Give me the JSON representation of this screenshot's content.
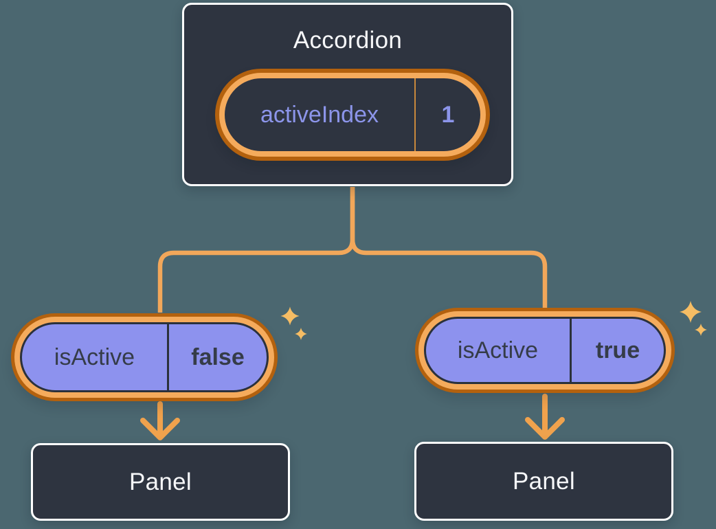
{
  "canvas": {
    "background": "#4b6770"
  },
  "palette": {
    "node_fill": "#2e3440",
    "node_border": "#ffffff",
    "node_title_text": "#f6f7f9",
    "purple_pill_fill": "#8d92ee",
    "purple_pill_text": "#353c48",
    "state_pill_text": "#8c95ea",
    "ring_light_orange": "#f5ab5c",
    "ring_dark_orange": "#b3610e",
    "connector_orange": "#f2a75a",
    "sparkle_orange": "#f6bd64",
    "state_divider_orange": "#c9893c"
  },
  "diagram": {
    "root": {
      "title": "Accordion",
      "state_pill": {
        "name": "activeIndex",
        "value": "1"
      },
      "icon": "sparkle-icon"
    },
    "branches": [
      {
        "prop_pill": {
          "name": "isActive",
          "value": "false"
        },
        "icon": "sparkle-icon",
        "panel": {
          "title": "Panel"
        }
      },
      {
        "prop_pill": {
          "name": "isActive",
          "value": "true"
        },
        "icon": "sparkle-icon",
        "panel": {
          "title": "Panel"
        }
      }
    ]
  }
}
